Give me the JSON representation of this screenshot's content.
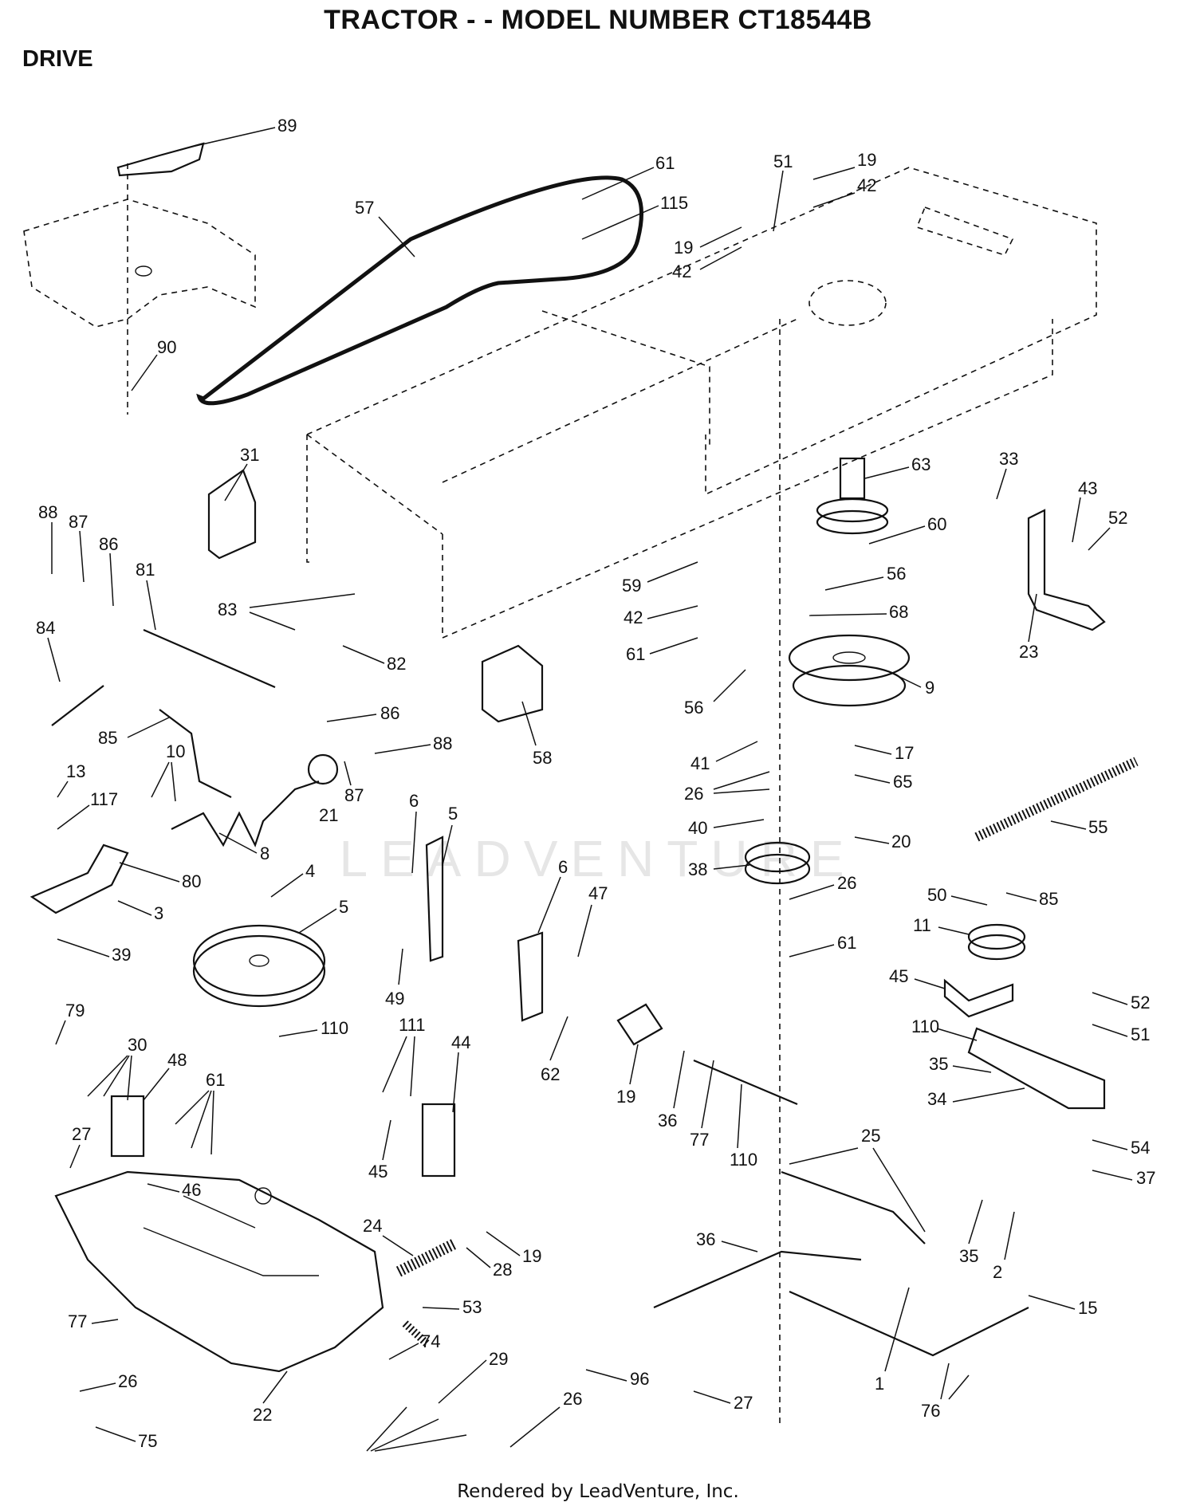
{
  "header": {
    "title": "TRACTOR - - MODEL NUMBER CT18544B",
    "section": "DRIVE"
  },
  "footer": {
    "rendered_by": "Rendered by LeadVenture, Inc."
  },
  "watermark": "LEADVENTURE",
  "callouts": [
    "89",
    "57",
    "61",
    "115",
    "51",
    "19",
    "42",
    "19",
    "42",
    "90",
    "31",
    "63",
    "33",
    "43",
    "52",
    "88",
    "87",
    "86",
    "81",
    "60",
    "83",
    "82",
    "56",
    "59",
    "68",
    "84",
    "42",
    "61",
    "23",
    "9",
    "86",
    "56",
    "85",
    "88",
    "58",
    "10",
    "21",
    "87",
    "41",
    "17",
    "13",
    "117",
    "26",
    "65",
    "40",
    "8",
    "6",
    "5",
    "20",
    "55",
    "80",
    "38",
    "26",
    "4",
    "50",
    "85",
    "3",
    "5",
    "6",
    "47",
    "11",
    "39",
    "61",
    "49",
    "45",
    "52",
    "79",
    "110",
    "111",
    "44",
    "51",
    "30",
    "48",
    "110",
    "61",
    "62",
    "19",
    "35",
    "36",
    "77",
    "27",
    "34",
    "110",
    "45",
    "54",
    "46",
    "37",
    "25",
    "24",
    "19",
    "28",
    "36",
    "35",
    "2",
    "53",
    "15",
    "77",
    "74",
    "29",
    "96",
    "26",
    "1",
    "22",
    "27",
    "76",
    "26",
    "75"
  ]
}
